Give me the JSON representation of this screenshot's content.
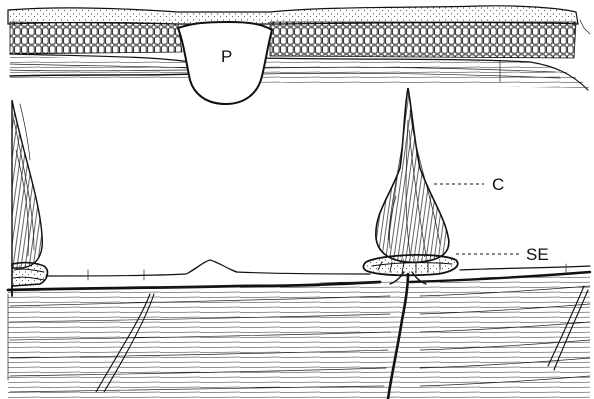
{
  "figure": {
    "labels": {
      "p": "P",
      "c": "C",
      "se": "SE"
    },
    "colors": {
      "ink": "#111111",
      "background": "#ffffff"
    }
  }
}
